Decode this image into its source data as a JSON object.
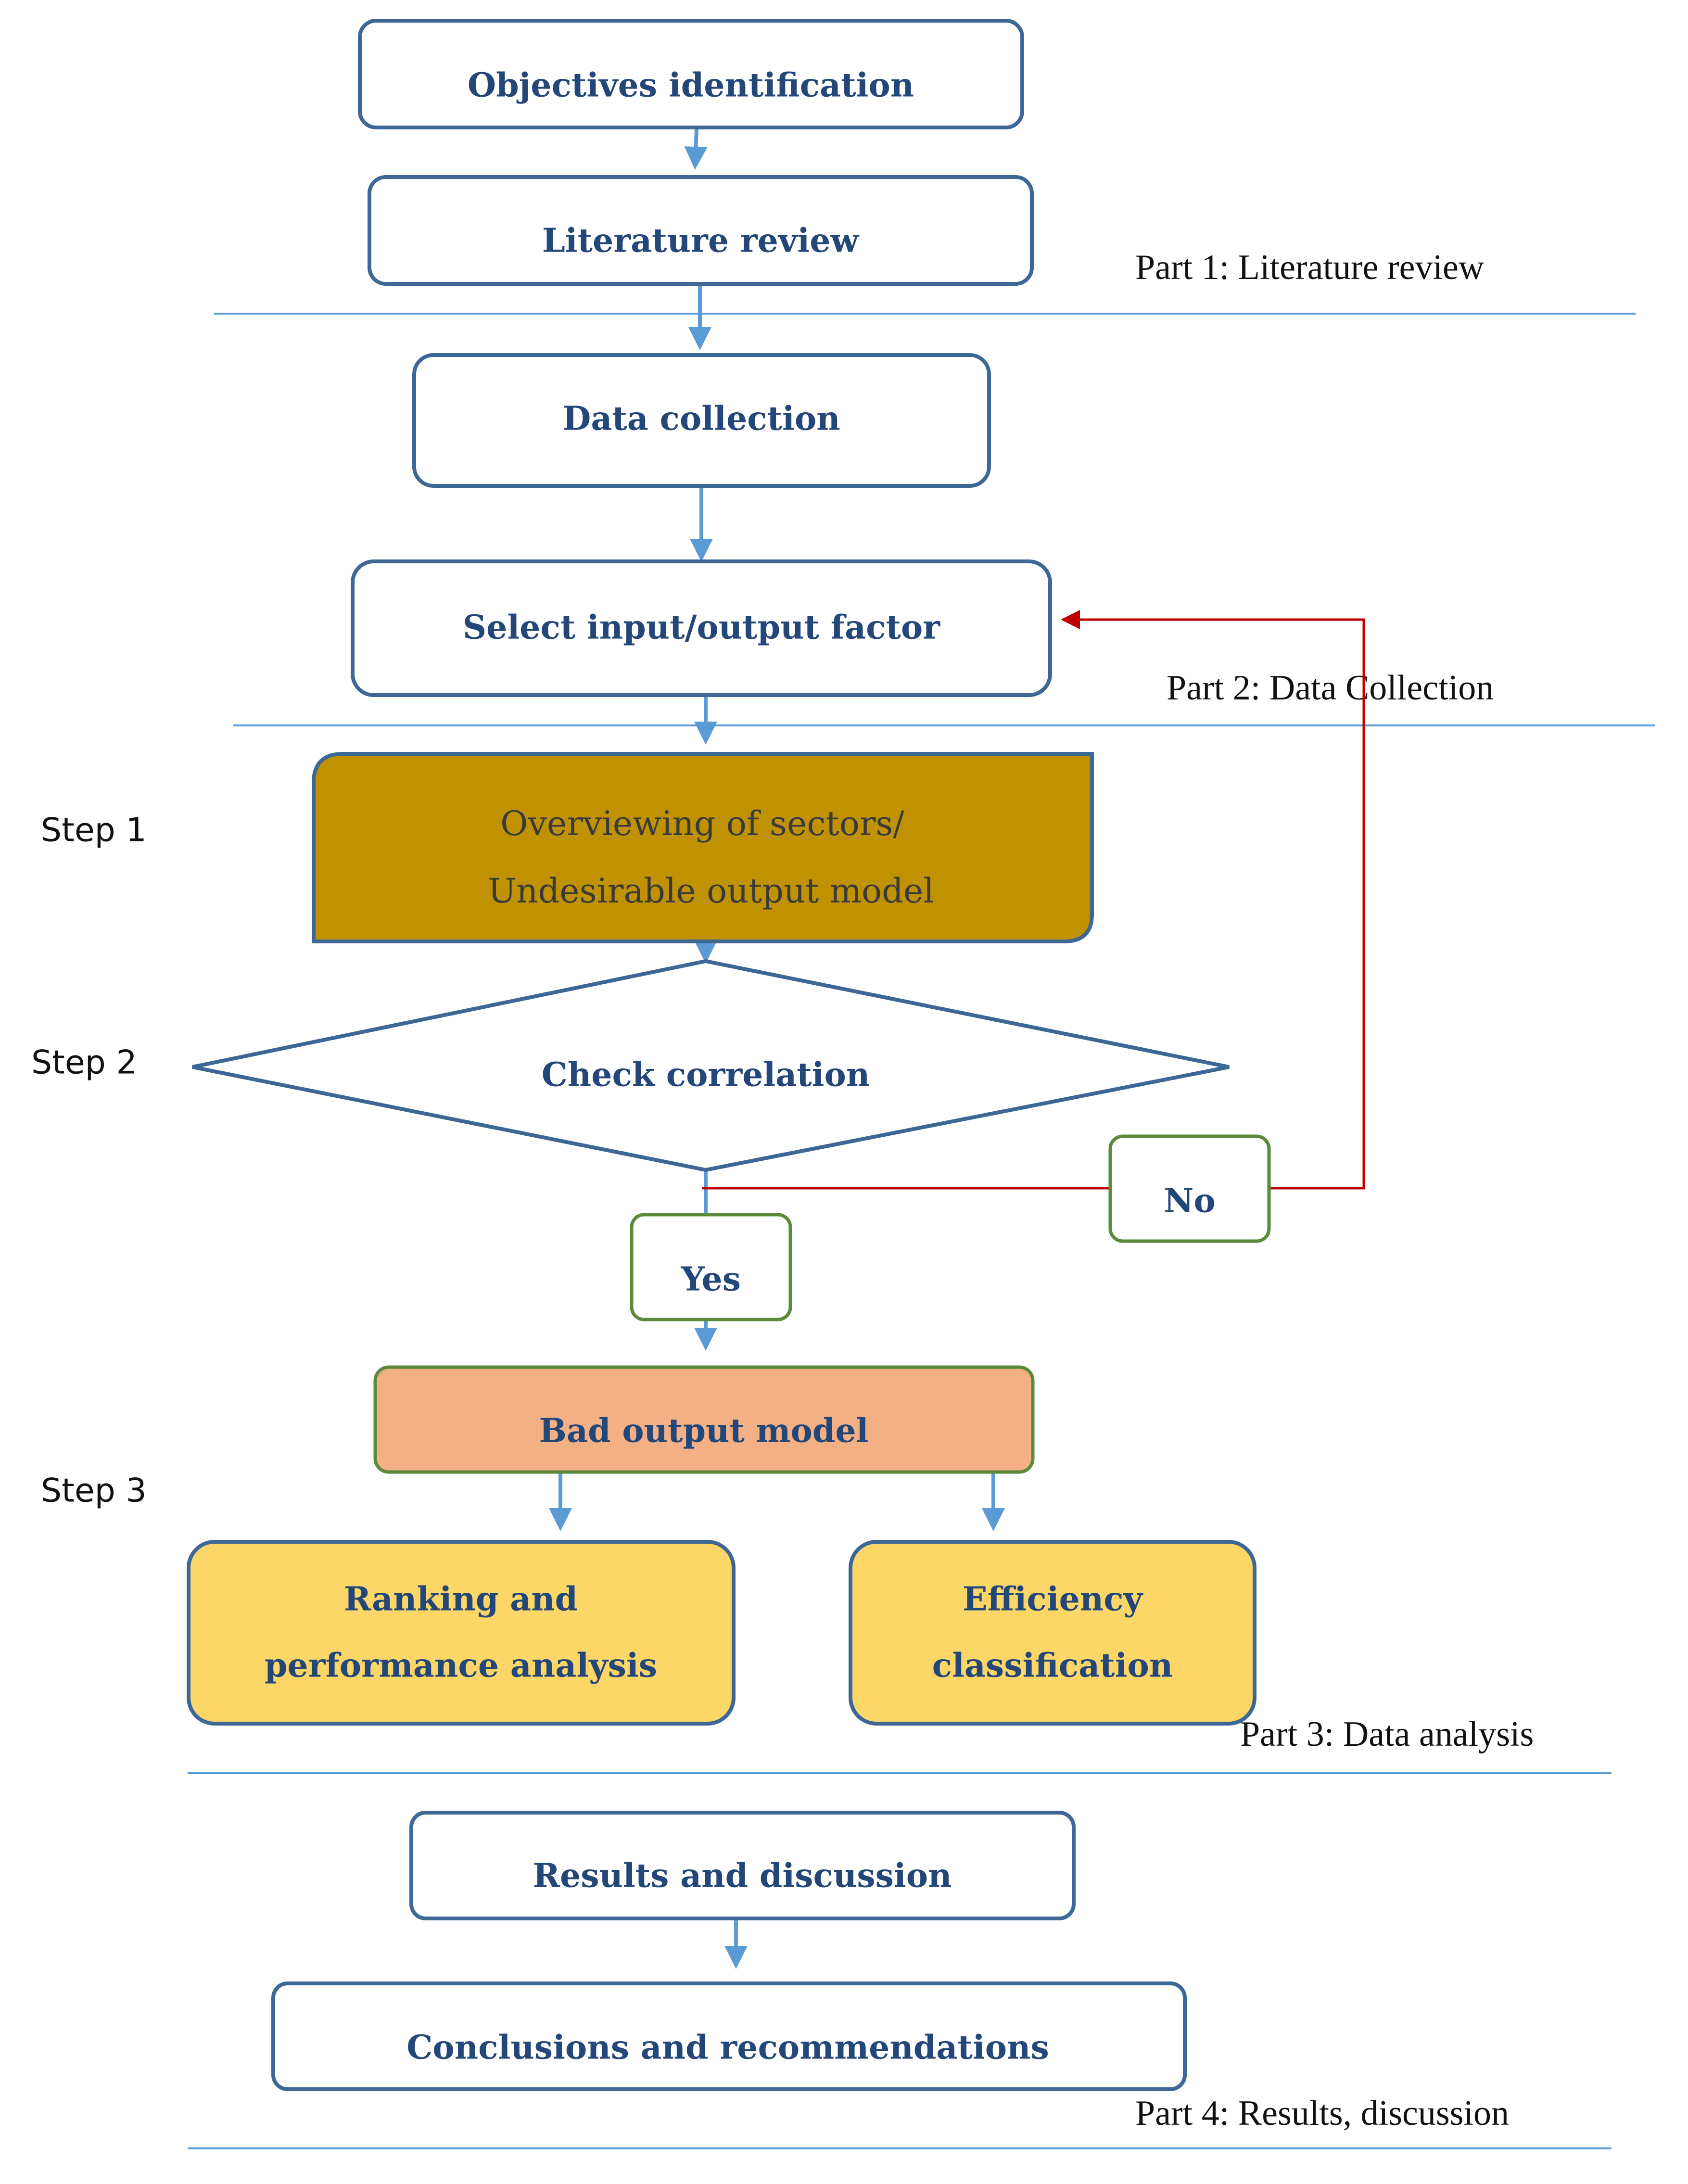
{
  "nodes": {
    "objectives": "Objectives identification",
    "literature": "Literature review",
    "data_collection": "Data collection",
    "select_factor": "Select input/output factor",
    "overview_line1": "Overviewing of sectors/",
    "overview_line2": "Undesirable output model",
    "check_correlation": "Check correlation",
    "yes": "Yes",
    "no": "No",
    "bad_output": "Bad output model",
    "ranking_line1": "Ranking and",
    "ranking_line2": "performance analysis",
    "efficiency_line1": "Efficiency",
    "efficiency_line2": "classification",
    "results": "Results and discussion",
    "conclusions": "Conclusions and recommendations"
  },
  "parts": {
    "part1": "Part 1: Literature review",
    "part2": "Part 2: Data Collection",
    "part3": "Part 3: Data analysis",
    "part4": "Part 4: Results, discussion"
  },
  "steps": {
    "step1": "Step 1",
    "step2": "Step 2",
    "step3": "Step 3"
  },
  "colors": {
    "box_stroke": "#3d6896",
    "text": "#24477a",
    "arrow": "#5b9bd5",
    "feedback_arrow": "#c00000",
    "overview_fill": "#c09100",
    "bad_output_fill": "#f2b084",
    "analysis_fill": "#fcd768",
    "label_border": "#5a8a3a"
  }
}
